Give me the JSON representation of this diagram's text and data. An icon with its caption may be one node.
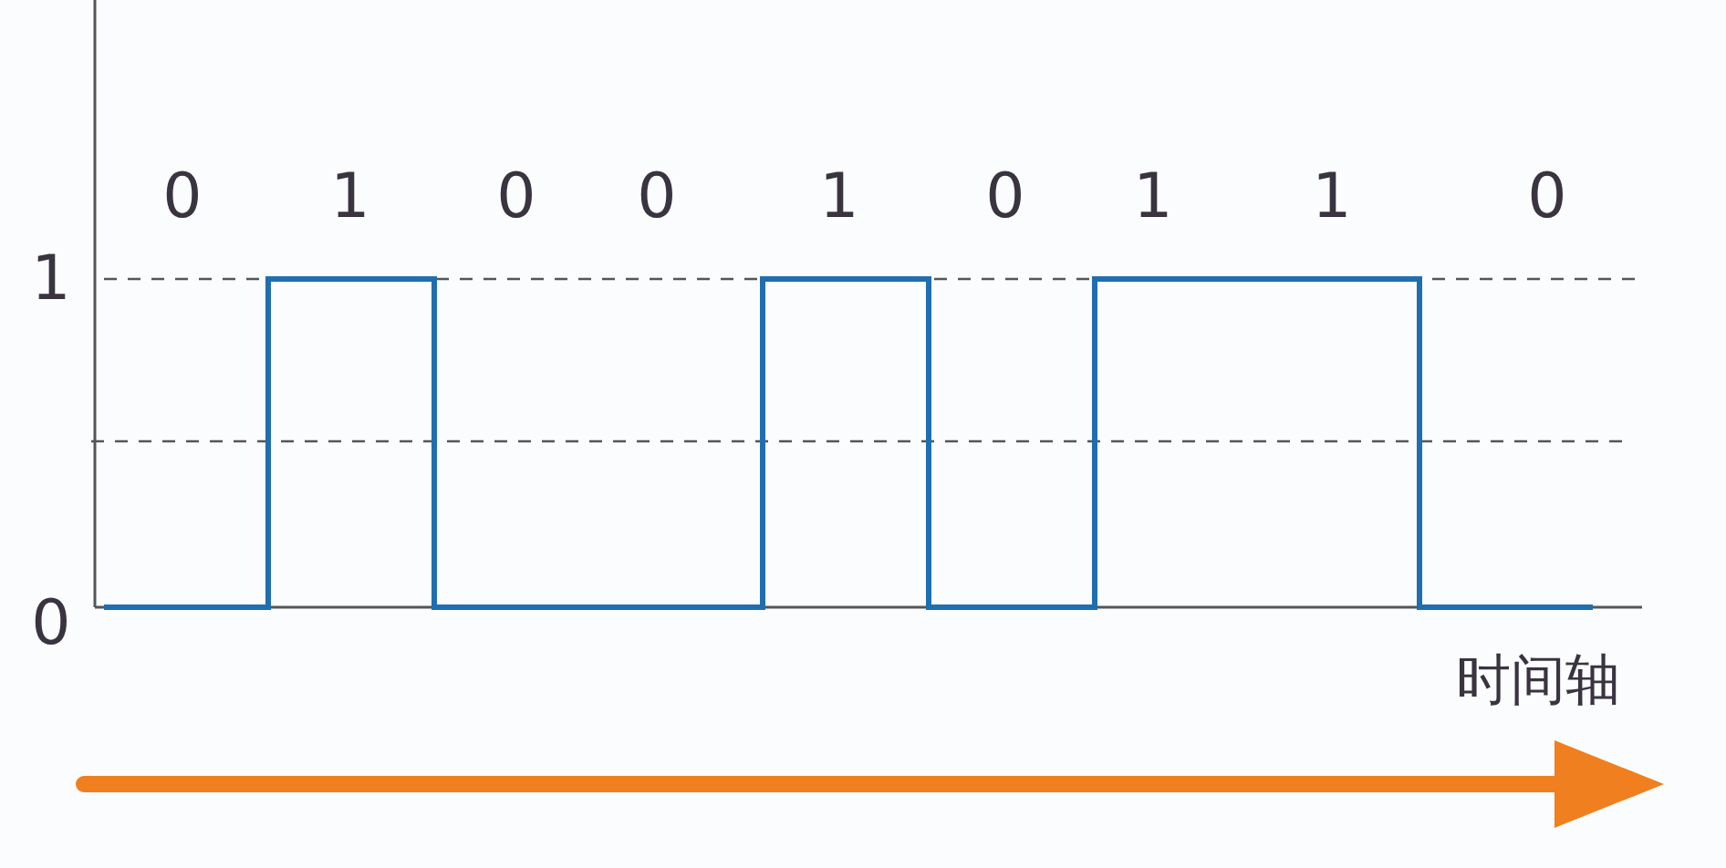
{
  "diagram": {
    "labels": [
      "0",
      "1",
      "0",
      "0",
      "1",
      "0",
      "1",
      "1",
      "0",
      "1",
      "0",
      "时间轴"
    ]
  }
}
